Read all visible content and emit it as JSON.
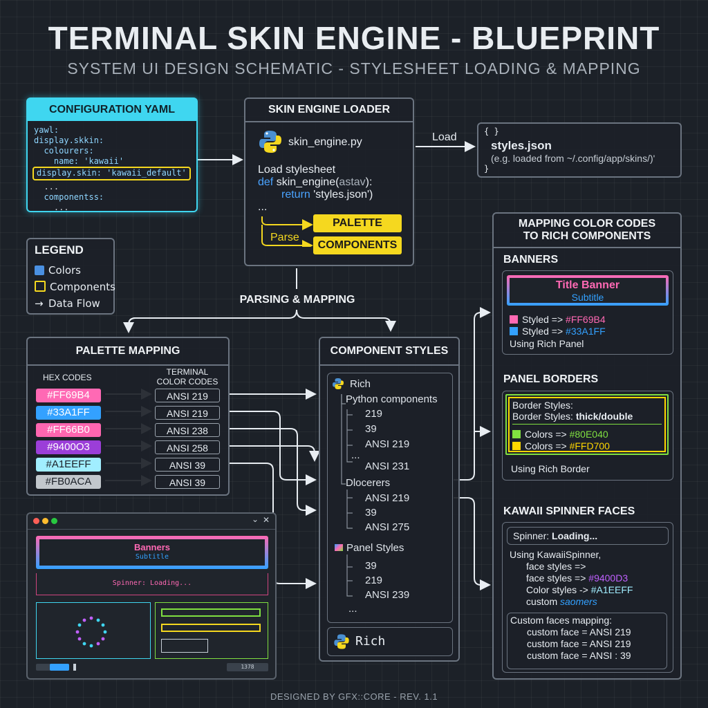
{
  "title": "TERMINAL SKIN ENGINE - BLUEPRINT",
  "subtitle": "SYSTEM UI DESIGN SCHEMATIC - STYLESHEET LOADING & MAPPING",
  "config": {
    "header": "CONFIGURATION YAML",
    "lines": [
      "yawl:",
      "display.skkin:",
      "  colourers:",
      "    name: 'kawaii'",
      "display.skin: 'kawaii_default'",
      "  ...",
      "  componentss:",
      "    ..."
    ]
  },
  "loader": {
    "header": "SKIN ENGINE LOADER",
    "file": "skin_engine.py",
    "code1": "Load stylesheet",
    "code2_kw": "def",
    "code2": " skin_engine(",
    "code2_arg": "astav",
    "code2_end": "):",
    "code3_kw": "return",
    "code3": " 'styles.json')",
    "ellipsis": "...",
    "parse": "Parse",
    "palette": "PALETTE",
    "components": "COMPONENTS"
  },
  "load_label": "Load",
  "styles": {
    "brace_open": "{ }",
    "name": "styles.json",
    "note": "(e.g. loaded from ~/.config/app/skins/)'",
    "brace_close": "}"
  },
  "legend": {
    "header": "LEGEND",
    "colors": "Colors",
    "components": "Components",
    "flow": "Data Flow"
  },
  "parsing_label": "PARSING & MAPPING",
  "palette_map": {
    "header": "PALETTE MAPPING",
    "col_hex": "HEX CODES",
    "col_term_1": "TERMINAL",
    "col_term_2": "COLOR CODES",
    "rows": [
      {
        "hex": "#FF69B4",
        "ansi": "ANSI 219",
        "color": "#ff69b4"
      },
      {
        "hex": "#33A1FF",
        "ansi": "ANSI 219",
        "color": "#33a1ff"
      },
      {
        "hex": "#FF66B0",
        "ansi": "ANSI 238",
        "color": "#ff66b0"
      },
      {
        "hex": "#9400O3",
        "ansi": "ANSI 258",
        "color": "#9b3ed8"
      },
      {
        "hex": "#A1EEFF",
        "ansi": "ANSI 39",
        "color": "#a1eeff"
      },
      {
        "hex": "#FB0ACA",
        "ansi": "ANSI 39",
        "color": "#c2c7cc"
      }
    ]
  },
  "component_styles": {
    "header": "COMPONENT STYLES",
    "rich": "Rich",
    "python_components": "Python components",
    "n219": "219",
    "n39": "39",
    "ansi219": "ANSI 219",
    "dots": "...",
    "ansi231": "ANSI 231",
    "dlocerers": "Dlocerers",
    "ansi219b": "ANSI 219",
    "n39b": "39",
    "ansi275": "ANSI 275",
    "panel_styles": "Panel Styles",
    "n39c": "39",
    "n219c": "219",
    "ansi239": "ANSI 239",
    "dots2": "...",
    "rich_footer": "Rich"
  },
  "mapping": {
    "header1": "MAPPING COLOR CODES",
    "header2": "TO RICH COMPONENTS",
    "banners": "BANNERS",
    "title_banner": "Title Banner",
    "banner_sub": "Subtitle",
    "styled1": "Styled => ",
    "styled1_val": "#FF69B4",
    "styled2": "Styled => ",
    "styled2_val": "#33A1FF",
    "using_panel": "Using Rich Panel",
    "panel_borders": "PANEL BORDERS",
    "border_styles1": "Border Styles:",
    "border_styles2": "Border Styles: ",
    "border_styles2_val": "thick/double",
    "colors1": "Colors => ",
    "colors1_val": "#80E040",
    "colors2": "Colors => ",
    "colors2_val": "#FFD700",
    "using_border": "Using Rich Border",
    "spinner_header": "KAWAII SPINNER FACES",
    "spinner_label": "Spinner: ",
    "spinner_val": "Loading...",
    "using_spinner": "Using KawaiiSpinner,",
    "face1": "face styles =>",
    "face2": "face styles => ",
    "face2_val": "#9400D3",
    "color_styles": "Color styles -> ",
    "color_styles_val": "#A1EEFF",
    "custom": "custom ",
    "custom_val": "saomers",
    "custom_map_header": "Custom faces mapping:",
    "cf1": "custom face = ANSI 219",
    "cf2": "custom face = ANSI 219",
    "cf3": "custom face = ANSI : 39"
  },
  "preview": {
    "banner": "Banners",
    "subtitle": "Subtitle",
    "spinner": "Spinner: Loading...",
    "status": "1378"
  },
  "footer": "DESIGNED BY GFX::CORE - REV. 1.1",
  "colors": {
    "pink": "#ff69b4",
    "blue": "#33a1ff",
    "yellow": "#f5d81f",
    "cyan": "#3fd6f0",
    "green": "#80e040",
    "gold": "#ffd700",
    "purple": "#c060ff"
  }
}
